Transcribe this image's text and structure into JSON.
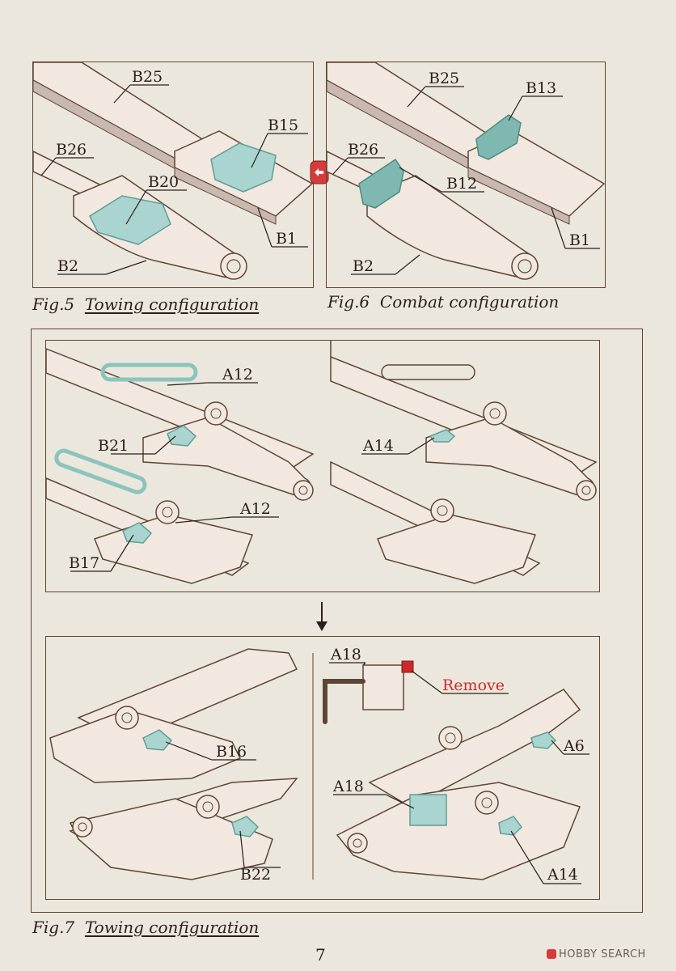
{
  "fig5": {
    "caption_num": "Fig.5",
    "caption_text": "Towing configuration",
    "labels": {
      "b25": "B25",
      "b15": "B15",
      "b26": "B26",
      "b20": "B20",
      "b1": "B1",
      "b2": "B2"
    }
  },
  "fig6": {
    "caption_num": "Fig.6",
    "caption_text": "Combat configuration",
    "labels": {
      "b25": "B25",
      "b13": "B13",
      "b26": "B26",
      "b12": "B12",
      "b1": "B1",
      "b2": "B2"
    }
  },
  "fig7_top": {
    "labels": {
      "a12_top": "A12",
      "b21": "B21",
      "a12_bottom": "A12",
      "b17": "B17",
      "a14": "A14"
    }
  },
  "fig7_bottom": {
    "labels": {
      "b16": "B16",
      "b22": "B22",
      "a18_top": "A18",
      "remove": "Remove",
      "a6": "A6",
      "a18": "A18",
      "a14": "A14"
    }
  },
  "fig7": {
    "caption_num": "Fig.7",
    "caption_text": "Towing configuration"
  },
  "page_number": "7",
  "watermark": "HOBBY SEARCH",
  "colors": {
    "paper": "#ece7dc",
    "part_cream": "#f2e8e0",
    "part_shadow": "#c9b8b0",
    "part_teal": "#a9d4cf",
    "part_teal_dark": "#5e9e96",
    "outline": "#5c4636",
    "remove_red": "#cc2a2a"
  }
}
